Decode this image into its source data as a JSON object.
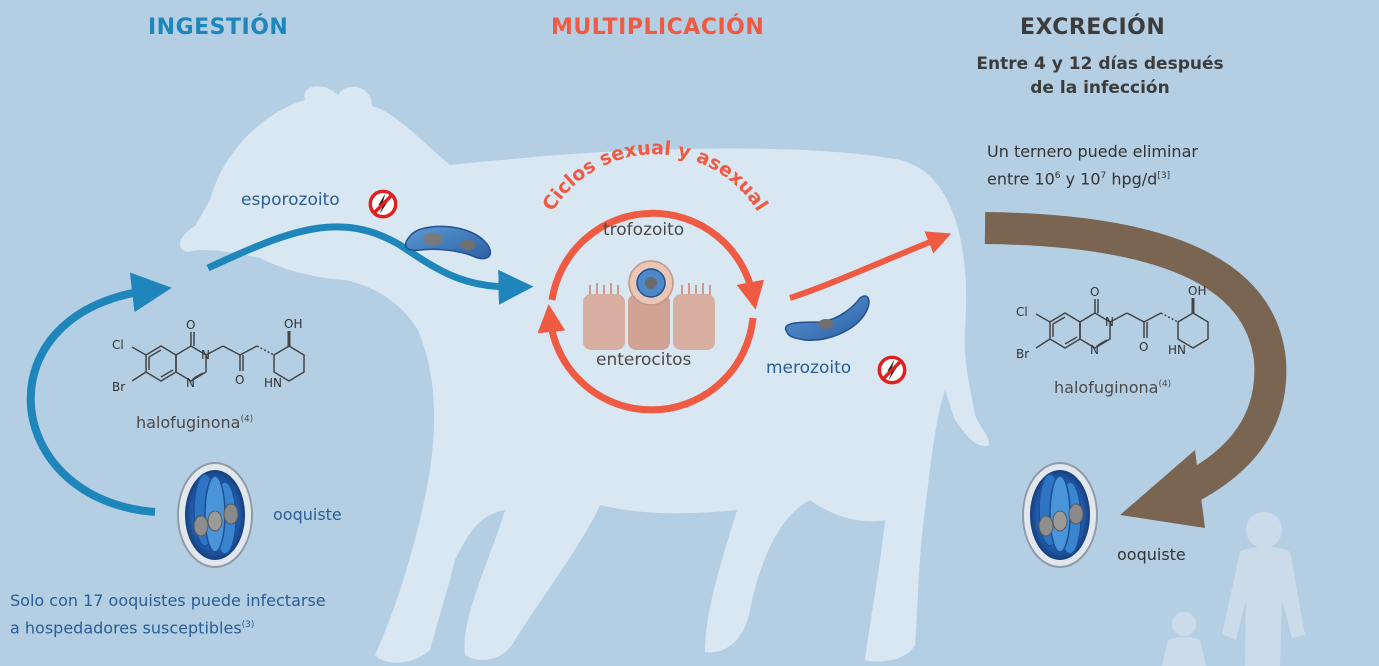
{
  "headers": {
    "ingestion": "INGESTIÓN",
    "multiplication": "MULTIPLICACIÓN",
    "excretion": "EXCRECIÓN",
    "excretion_sub_1": "Entre 4 y 12 días después",
    "excretion_sub_2": "de la infección"
  },
  "labels": {
    "esporozoito": "esporozoito",
    "trofozoito": "trofozoito",
    "enterocitos": "enterocitos",
    "merozoito": "merozoito",
    "ooquiste_left": "ooquiste",
    "ooquiste_right": "ooquiste",
    "halofuginona_left": "halofuginona",
    "halofuginona_right": "halofuginona",
    "halofuginona_ref": "(4)",
    "cycle_arc": "Ciclos sexual y asexual"
  },
  "notes": {
    "excretion_1": "Un ternero puede eliminar",
    "excretion_2a": "entre 10",
    "excretion_2a_exp": "6",
    "excretion_2b": " y 10",
    "excretion_2b_exp": "7",
    "excretion_2c": " hpg/d",
    "excretion_2c_ref": "[3]",
    "infect_1": "Solo con 17 ooquistes puede infectarse",
    "infect_2": "a hospedadores susceptibles",
    "infect_2_ref": "(3)"
  },
  "molecule": {
    "atoms": [
      "Cl",
      "Br",
      "O",
      "N",
      "N",
      "O",
      "OH",
      "HN"
    ]
  },
  "colors": {
    "background": "#b4cfe3",
    "calf": "#d9e7f3",
    "ingestion_blue": "#1e86bb",
    "multiplication_red": "#ef5a43",
    "excretion_brown": "#7a6553",
    "text_blue": "#2a5d93",
    "enterocyte": "#d8aea0"
  }
}
